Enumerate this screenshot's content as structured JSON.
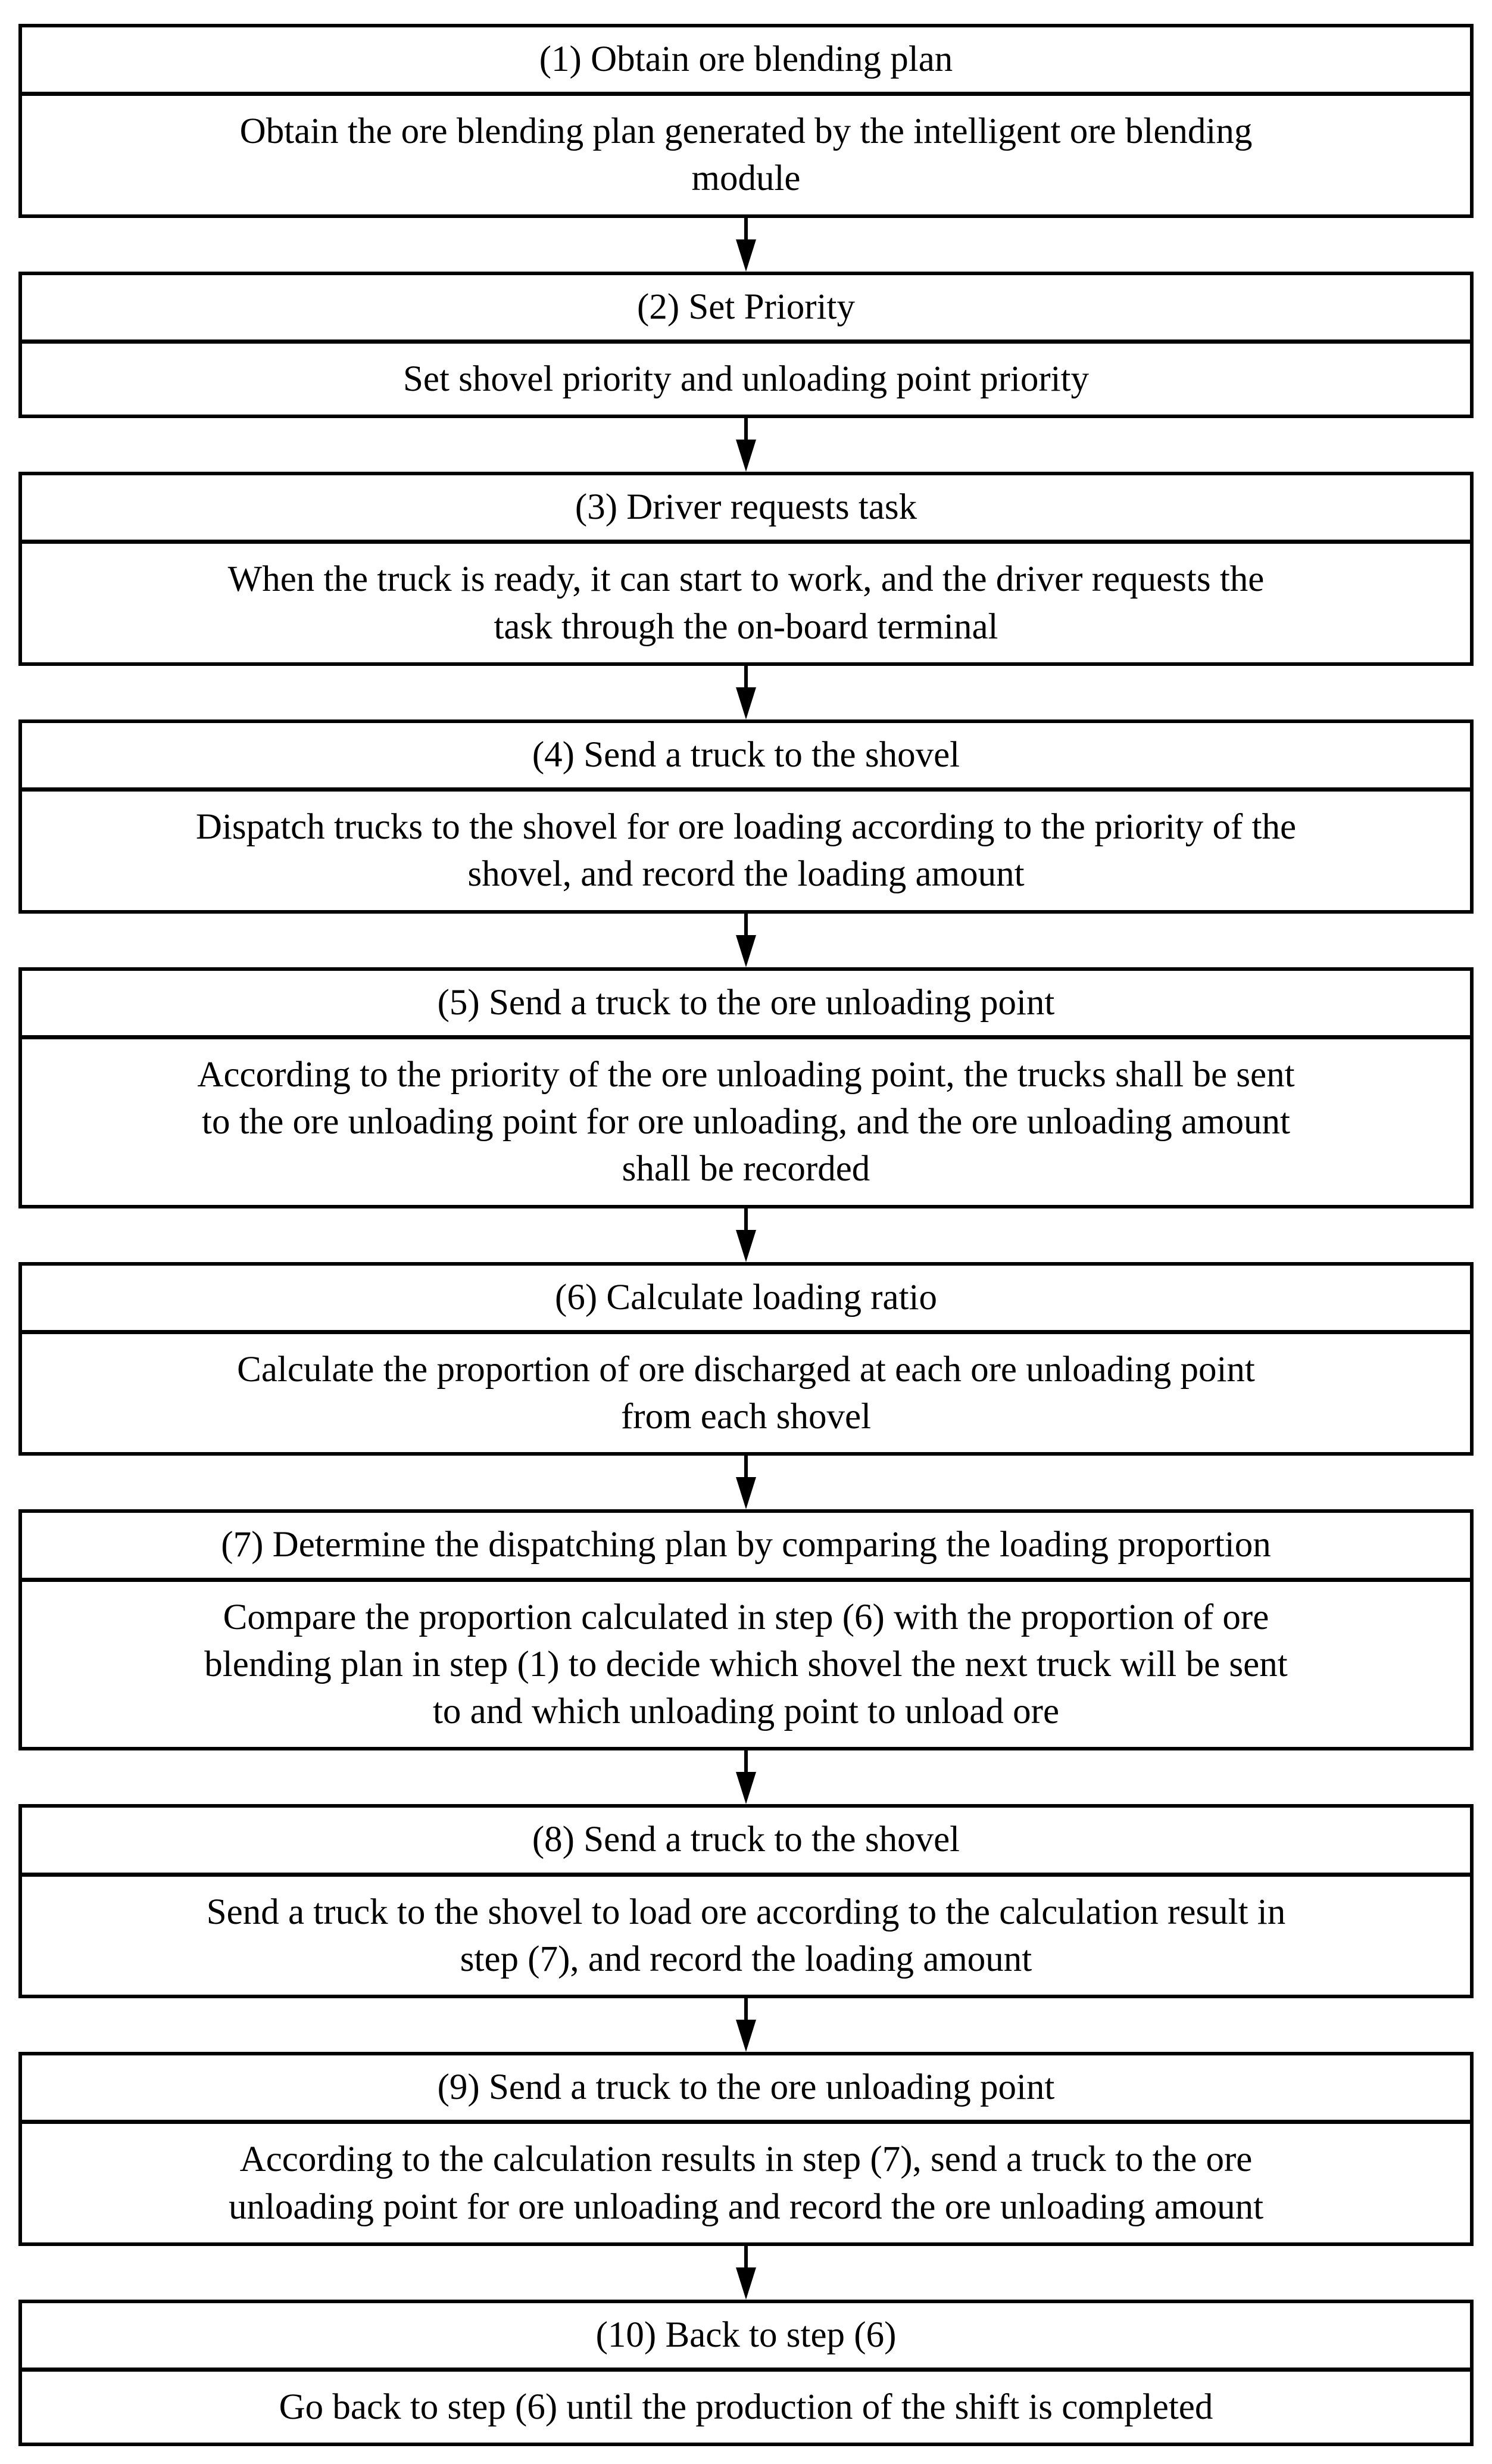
{
  "colors": {
    "line": "#000000",
    "background": "#ffffff"
  },
  "icons": {
    "connector": "down-arrow"
  },
  "steps": [
    {
      "title": "(1) Obtain ore blending plan",
      "description": "Obtain the ore blending plan generated by the intelligent ore blending\nmodule"
    },
    {
      "title": "(2) Set Priority",
      "description": "Set shovel priority and unloading point priority"
    },
    {
      "title": "(3) Driver requests task",
      "description": "When the truck is ready, it can start to work, and the driver requests the\ntask through the on-board terminal"
    },
    {
      "title": "(4) Send a truck to the shovel",
      "description": "Dispatch trucks to the shovel for ore loading according to the priority of the\nshovel, and record the loading amount"
    },
    {
      "title": "(5) Send a truck to the ore unloading point",
      "description": "According to the priority of the ore unloading point, the trucks shall be sent\nto the ore unloading point for ore unloading, and the ore unloading amount\nshall be recorded"
    },
    {
      "title": "(6) Calculate loading ratio",
      "description": "Calculate the proportion of ore discharged at each ore unloading point\nfrom each shovel"
    },
    {
      "title": "(7) Determine the dispatching plan by comparing the loading proportion",
      "description": "Compare the proportion calculated in step (6) with the proportion of ore\nblending plan in step (1) to decide which shovel the next truck will be sent\nto and which unloading point to unload ore"
    },
    {
      "title": "(8) Send a truck to the shovel",
      "description": "Send a truck to the shovel to load ore according to the calculation result in\nstep (7), and record the loading amount"
    },
    {
      "title": "(9) Send a truck to the ore unloading point",
      "description": "According to the calculation results in step (7), send a truck to the ore\nunloading point for ore unloading and record the ore unloading amount"
    },
    {
      "title": "(10) Back to step (6)",
      "description": "Go back to step (6) until the production of the shift is completed"
    }
  ]
}
